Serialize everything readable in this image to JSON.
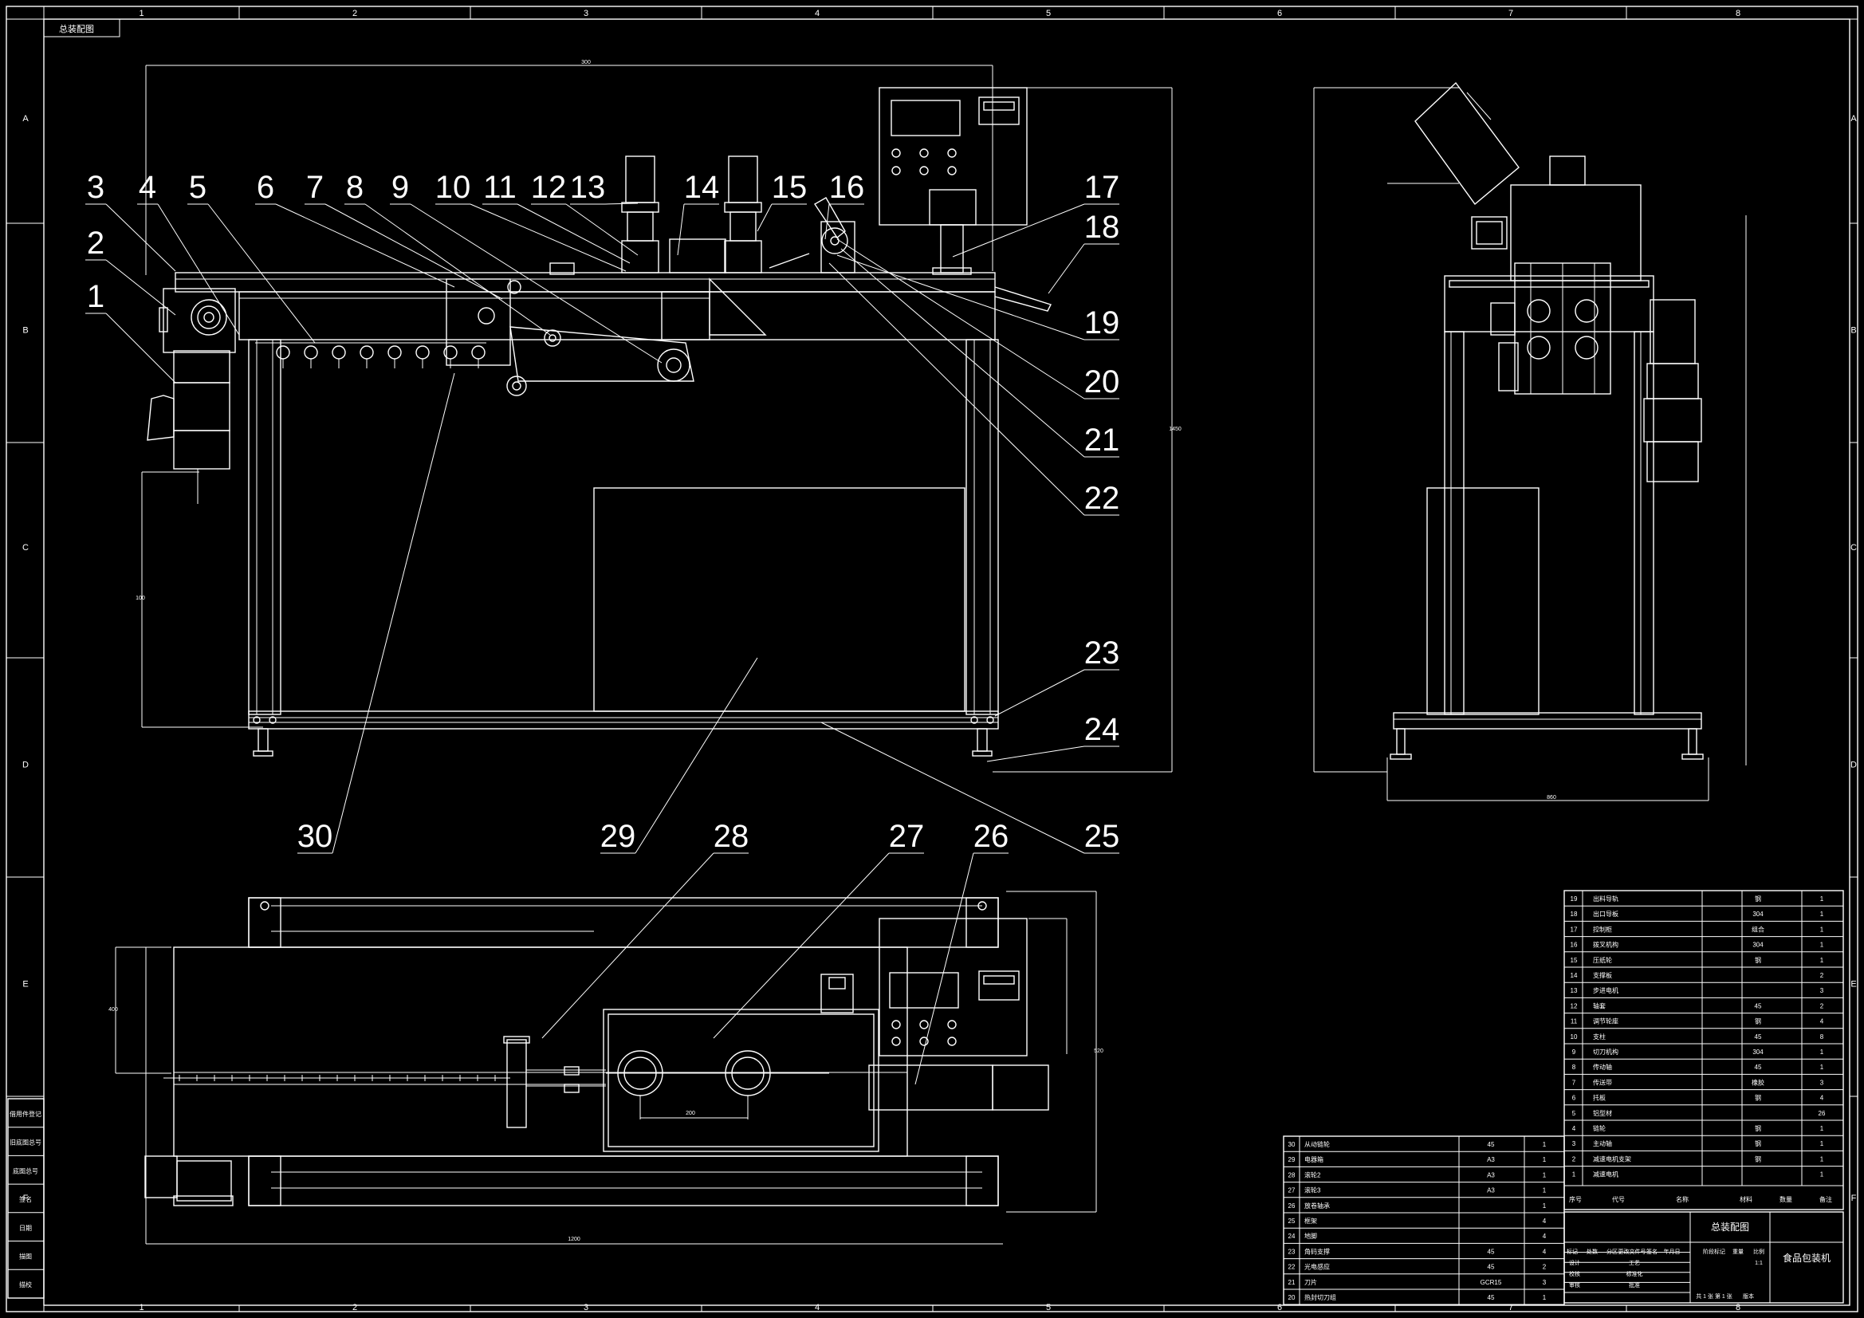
{
  "title_stamp": "总装配图",
  "border": {
    "columns": [
      "1",
      "2",
      "3",
      "4",
      "5",
      "6",
      "7",
      "8"
    ],
    "rows": [
      "A",
      "B",
      "C",
      "D",
      "E",
      "F"
    ]
  },
  "balloons_front": [
    "1",
    "2",
    "3",
    "4",
    "5",
    "6",
    "7",
    "8",
    "9",
    "10",
    "11",
    "12",
    "13",
    "14",
    "15",
    "16",
    "17",
    "18",
    "19",
    "20",
    "21",
    "22",
    "23",
    "24",
    "25",
    "29",
    "30"
  ],
  "balloons_top": [
    "26",
    "27",
    "28"
  ],
  "bom_right": [
    [
      "19",
      "出料导轨",
      "",
      "钢",
      "1",
      ""
    ],
    [
      "18",
      "出口导板",
      "",
      "304",
      "1",
      ""
    ],
    [
      "17",
      "控制柜",
      "",
      "组合",
      "1",
      ""
    ],
    [
      "16",
      "拨叉机构",
      "",
      "304",
      "1",
      ""
    ],
    [
      "15",
      "压纸轮",
      "",
      "钢",
      "1",
      ""
    ],
    [
      "14",
      "支撑板",
      "",
      "",
      "2",
      ""
    ],
    [
      "13",
      "步进电机",
      "",
      "",
      "3",
      ""
    ],
    [
      "12",
      "轴套",
      "",
      "45",
      "2",
      ""
    ],
    [
      "11",
      "调节轮座",
      "",
      "钢",
      "4",
      ""
    ],
    [
      "10",
      "支柱",
      "",
      "45",
      "8",
      ""
    ],
    [
      "9",
      "切刀机构",
      "",
      "304",
      "1",
      ""
    ],
    [
      "8",
      "传动轴",
      "",
      "45",
      "1",
      ""
    ],
    [
      "7",
      "传送带",
      "",
      "橡胶",
      "3",
      ""
    ],
    [
      "6",
      "托板",
      "",
      "钢",
      "4",
      ""
    ],
    [
      "5",
      "铝型材",
      "",
      "",
      "26",
      ""
    ],
    [
      "4",
      "链轮",
      "",
      "钢",
      "1",
      ""
    ],
    [
      "3",
      "主动轴",
      "",
      "钢",
      "1",
      ""
    ],
    [
      "2",
      "减速电机支架",
      "",
      "钢",
      "1",
      ""
    ],
    [
      "1",
      "减速电机",
      "",
      "",
      "1",
      ""
    ]
  ],
  "bom_right_header": [
    "序号",
    "代号",
    "名称",
    "材料",
    "数量",
    "备注"
  ],
  "bom_left": [
    [
      "30",
      "从动链轮",
      "45",
      "1"
    ],
    [
      "29",
      "电器箱",
      "A3",
      "1"
    ],
    [
      "28",
      "滚轮2",
      "A3",
      "1"
    ],
    [
      "27",
      "滚轮3",
      "A3",
      "1"
    ],
    [
      "26",
      "放卷轴承",
      "",
      "1"
    ],
    [
      "25",
      "框架",
      "",
      "4"
    ],
    [
      "24",
      "地脚",
      "",
      "4"
    ],
    [
      "23",
      "角码支撑",
      "45",
      "4"
    ],
    [
      "22",
      "光电感应",
      "45",
      "2"
    ],
    [
      "21",
      "刀片",
      "GCR15",
      "3"
    ],
    [
      "20",
      "热封切刀组",
      "45",
      "1"
    ]
  ],
  "title_block": {
    "drawing_name": "总装配图",
    "product_name": "食品包装机",
    "labels_left": [
      "标记",
      "处数",
      "分区",
      "更改文件号",
      "签名",
      "年月日"
    ],
    "labels_rows": [
      "设计",
      "校核",
      "审核",
      "工艺",
      "标准化",
      "批准"
    ],
    "scale_label": "比例",
    "scale_value": "1:1",
    "stage_label": "阶段标记",
    "weight_label": "重量",
    "sheet_text": "共 1 张 第 1 张",
    "version_label": "版本"
  },
  "left_margin_labels": [
    "借用件登记",
    "旧底图总号",
    "底图总号",
    "签名",
    "日期",
    "描图",
    "描校"
  ],
  "dimension_small": [
    "300",
    "1450",
    "100",
    "860",
    "200",
    "1200",
    "400",
    "520"
  ]
}
